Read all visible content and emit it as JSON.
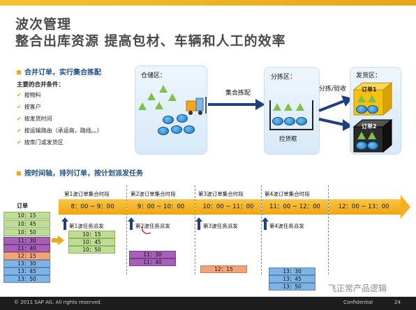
{
  "title": {
    "line1": "波次管理",
    "line2": "整合出库资源 提高包材、车辆和人工的效率"
  },
  "section1": {
    "label": "合并订单，实行集合拣配",
    "cond_title": "主要的合并条件：",
    "conditions": [
      "按物料",
      "按客户",
      "按发货时间",
      "按运输路由（承运商，路线。。）",
      "按库门或发货区"
    ]
  },
  "zones": {
    "storage": "仓储区：",
    "picking": "分拣区：",
    "shipping": "发货区：",
    "pick_frame": "捡货框",
    "order1": "订单1",
    "order2": "订单2"
  },
  "arrows": {
    "collect": "集合拣配",
    "sort": "分拣/验收"
  },
  "section2": {
    "label": "按时间轴，排列订单，按计划派发任务"
  },
  "orders_title": "订单",
  "timeline": {
    "phases": [
      "第1波订单集合时段",
      "第2波订单集合时段",
      "第3波订单集合时段",
      "第4波订单集合时段"
    ],
    "segments": [
      "8：00 ~ 9：00",
      "9：00 ~ 10：00",
      "10：00 ~ 11：00",
      "11：00 ~ 12：00",
      "12：00 ~ 13：00"
    ],
    "dispatch": [
      "第1波任务派发",
      "第2波任务派发",
      "第3波任务派发",
      "第4波任务派发"
    ]
  },
  "orders": [
    {
      "t": "10：15",
      "c": "green"
    },
    {
      "t": "10：45",
      "c": "green"
    },
    {
      "t": "10：50",
      "c": "green"
    },
    {
      "t": "11：30",
      "c": "purple"
    },
    {
      "t": "11：40",
      "c": "purple"
    },
    {
      "t": "12：15",
      "c": "orange"
    },
    {
      "t": "13：30",
      "c": "blue"
    },
    {
      "t": "13：45",
      "c": "blue"
    },
    {
      "t": "13：50",
      "c": "blue"
    }
  ],
  "wave1": [
    "10：15",
    "10：45",
    "10：50"
  ],
  "wave2": [
    "11：30",
    "11：40"
  ],
  "wave3": [
    "12：15"
  ],
  "wave4": [
    "13：30",
    "13：45",
    "13：50"
  ],
  "footer": {
    "copyright": "© 2011 SAP AG. All rights reserved.",
    "confidential": "Confidential",
    "page": "24"
  },
  "watermark": "飞正常产品逻辑",
  "colors": {
    "green": "#bfdd96",
    "purple": "#a561b7",
    "orange": "#f3a378",
    "blue": "#7fb3e3",
    "accent": "#f2a81c"
  }
}
